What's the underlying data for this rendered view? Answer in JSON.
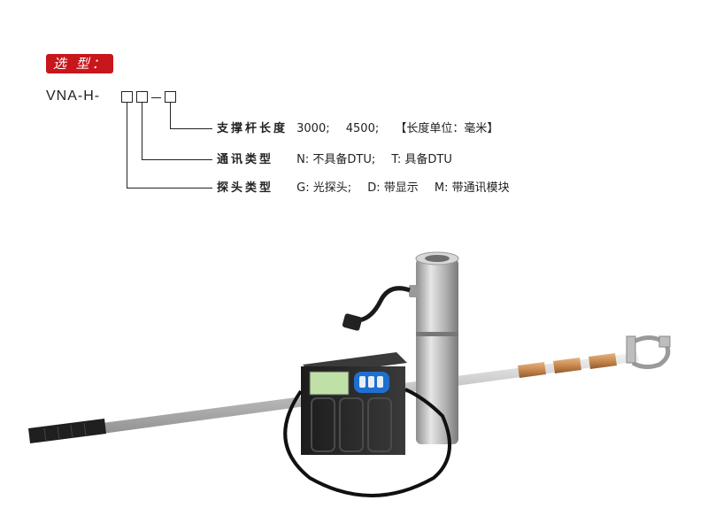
{
  "badge": "选  型：",
  "model": {
    "prefix": "VNA-H-"
  },
  "rows": [
    {
      "label": "支撑杆长度",
      "values": [
        "3000;",
        "4500;",
        "【长度单位：毫米】"
      ]
    },
    {
      "label": "通讯类型",
      "values": [
        "N: 不具备DTU;",
        "T: 具备DTU"
      ]
    },
    {
      "label": "探头类型",
      "values": [
        "G: 光探头;",
        "D: 带显示",
        "M: 带通讯模块"
      ]
    }
  ],
  "colors": {
    "badge_bg": "#c8161d",
    "rod": "#c9c9c9",
    "device_body": "#2a2a2a",
    "screen": "#bfe1a8",
    "keypad": "#1f6fd0",
    "copper": "#c8894f"
  }
}
